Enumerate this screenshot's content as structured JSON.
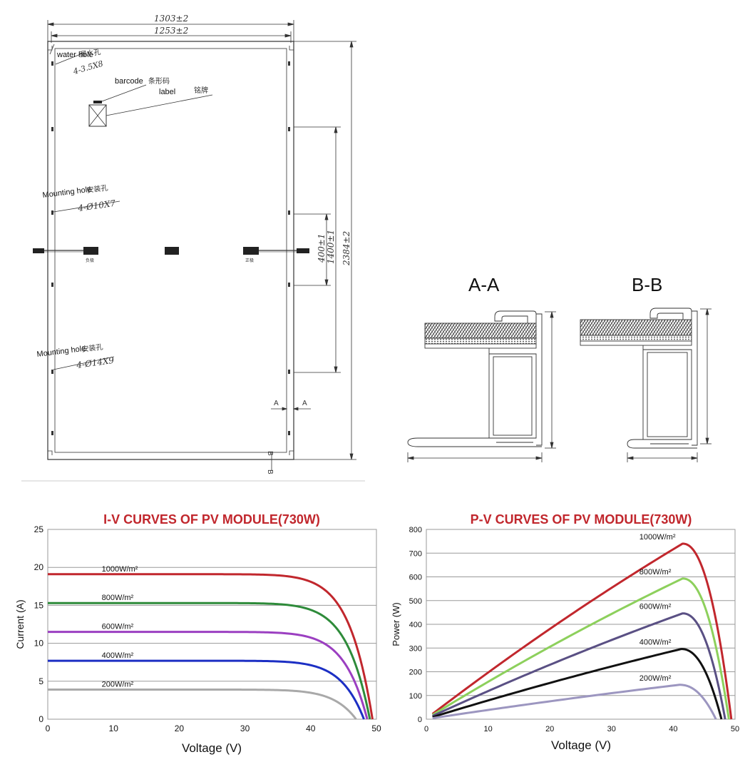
{
  "drawing": {
    "dim_width_outer": "1303±2",
    "dim_width_inner": "1253±2",
    "dim_height_total": "2384±2",
    "dim_mount_span": "1400±1",
    "dim_400": "400±1",
    "water_hole_en": "water hole",
    "water_hole_cn": "漏水孔",
    "water_hole_size": "4-3.5X8",
    "barcode_en": "barcode",
    "barcode_cn": "条形码",
    "label_en": "label",
    "label_cn": "铭牌",
    "mount1_en": "Mounting hole",
    "mount1_cn": "安装孔",
    "mount1_size": "4-Ø10X7",
    "mount2_en": "Mounting hole",
    "mount2_cn": "安装孔",
    "mount2_size": "4-Ø14X9",
    "conn_neg": "负极",
    "conn_pos": "正极",
    "section_a_mark": "A",
    "section_b_mark": "B"
  },
  "sections": {
    "aa_title": "A-A",
    "bb_title": "B-B"
  },
  "iv_chart": {
    "title": "I-V CURVES OF PV MODULE(730W)",
    "xlabel": "Voltage (V)",
    "ylabel": "Current (A)",
    "xticks": [
      "0",
      "10",
      "20",
      "30",
      "40",
      "50"
    ],
    "yticks": [
      "0",
      "5",
      "10",
      "15",
      "20",
      "25"
    ],
    "xlim": [
      0,
      50
    ],
    "ylim": [
      0,
      25
    ],
    "curves": [
      {
        "label": "1000W/m²",
        "isc": 19.1,
        "voc": 49.4,
        "color": "#c1272d"
      },
      {
        "label": "800W/m²",
        "isc": 15.3,
        "voc": 49.0,
        "color": "#2e8b3a"
      },
      {
        "label": "600W/m²",
        "isc": 11.5,
        "voc": 48.6,
        "color": "#9b3fc1"
      },
      {
        "label": "400W/m²",
        "isc": 7.7,
        "voc": 48.1,
        "color": "#1c2fc4"
      },
      {
        "label": "200W/m²",
        "isc": 3.9,
        "voc": 46.9,
        "color": "#a9a9a9"
      }
    ]
  },
  "pv_chart": {
    "title": "P-V CURVES OF PV MODULE(730W)",
    "xlabel": "Voltage (V)",
    "ylabel": "Power (W)",
    "xticks": [
      "0",
      "10",
      "20",
      "30",
      "40",
      "50"
    ],
    "yticks": [
      "0",
      "100",
      "200",
      "300",
      "400",
      "500",
      "600",
      "700",
      "800"
    ],
    "xlim": [
      0,
      50
    ],
    "ylim": [
      0,
      800
    ],
    "curves": [
      {
        "label": "1000W/m²",
        "pmax": 740,
        "vmp": 41.5,
        "voc": 49.4,
        "color": "#c1272d"
      },
      {
        "label": "800W/m²",
        "pmax": 593,
        "vmp": 41.5,
        "voc": 49.0,
        "color": "#8dd05c"
      },
      {
        "label": "600W/m²",
        "pmax": 446,
        "vmp": 41.5,
        "voc": 48.4,
        "color": "#5a5084"
      },
      {
        "label": "400W/m²",
        "pmax": 296,
        "vmp": 41.3,
        "voc": 47.8,
        "color": "#111111"
      },
      {
        "label": "200W/m²",
        "pmax": 145,
        "vmp": 41.0,
        "voc": 46.9,
        "color": "#9c96c0"
      }
    ]
  },
  "chart_data": [
    {
      "type": "line",
      "title": "I-V CURVES OF PV MODULE(730W)",
      "xlabel": "Voltage (V)",
      "ylabel": "Current (A)",
      "xlim": [
        0,
        50
      ],
      "ylim": [
        0,
        25
      ],
      "grid": true,
      "series": [
        {
          "name": "1000W/m²",
          "x": [
            0,
            10,
            20,
            30,
            40,
            44,
            46,
            48,
            49.4
          ],
          "y": [
            19.1,
            19.1,
            19.1,
            19.0,
            18.7,
            17.2,
            14.0,
            8.0,
            0
          ]
        },
        {
          "name": "800W/m²",
          "x": [
            0,
            10,
            20,
            30,
            40,
            44,
            46,
            48,
            49.0
          ],
          "y": [
            15.3,
            15.3,
            15.3,
            15.2,
            15.0,
            13.8,
            11.2,
            5.5,
            0
          ]
        },
        {
          "name": "600W/m²",
          "x": [
            0,
            10,
            20,
            30,
            40,
            44,
            46,
            48,
            48.6
          ],
          "y": [
            11.5,
            11.5,
            11.5,
            11.4,
            11.2,
            10.3,
            8.3,
            3.0,
            0
          ]
        },
        {
          "name": "400W/m²",
          "x": [
            0,
            10,
            20,
            30,
            40,
            44,
            46,
            48,
            48.1
          ],
          "y": [
            7.7,
            7.7,
            7.7,
            7.7,
            7.5,
            6.9,
            5.2,
            0.6,
            0
          ]
        },
        {
          "name": "200W/m²",
          "x": [
            0,
            10,
            20,
            30,
            40,
            44,
            46,
            46.9
          ],
          "y": [
            3.9,
            3.9,
            3.9,
            3.9,
            3.8,
            3.3,
            1.6,
            0
          ]
        }
      ]
    },
    {
      "type": "line",
      "title": "P-V CURVES OF PV MODULE(730W)",
      "xlabel": "Voltage (V)",
      "ylabel": "Power (W)",
      "xlim": [
        0,
        50
      ],
      "ylim": [
        0,
        800
      ],
      "grid": true,
      "series": [
        {
          "name": "1000W/m²",
          "x": [
            1,
            10,
            20,
            30,
            40,
            41.5,
            45,
            48,
            49.4
          ],
          "y": [
            20,
            180,
            360,
            540,
            720,
            740,
            650,
            350,
            0
          ]
        },
        {
          "name": "800W/m²",
          "x": [
            1,
            10,
            20,
            30,
            40,
            41.5,
            45,
            48,
            49.0
          ],
          "y": [
            15,
            145,
            290,
            430,
            575,
            593,
            520,
            260,
            0
          ]
        },
        {
          "name": "600W/m²",
          "x": [
            1,
            10,
            20,
            30,
            40,
            41.5,
            45,
            47.5,
            48.4
          ],
          "y": [
            12,
            110,
            215,
            325,
            430,
            446,
            390,
            190,
            0
          ]
        },
        {
          "name": "400W/m²",
          "x": [
            1,
            10,
            20,
            30,
            40,
            41.3,
            45,
            47,
            47.8
          ],
          "y": [
            8,
            72,
            145,
            215,
            290,
            296,
            250,
            110,
            0
          ]
        },
        {
          "name": "200W/m²",
          "x": [
            1,
            10,
            20,
            30,
            40,
            41.0,
            44,
            46,
            46.9
          ],
          "y": [
            4,
            36,
            72,
            108,
            142,
            145,
            125,
            60,
            0
          ]
        }
      ]
    }
  ]
}
